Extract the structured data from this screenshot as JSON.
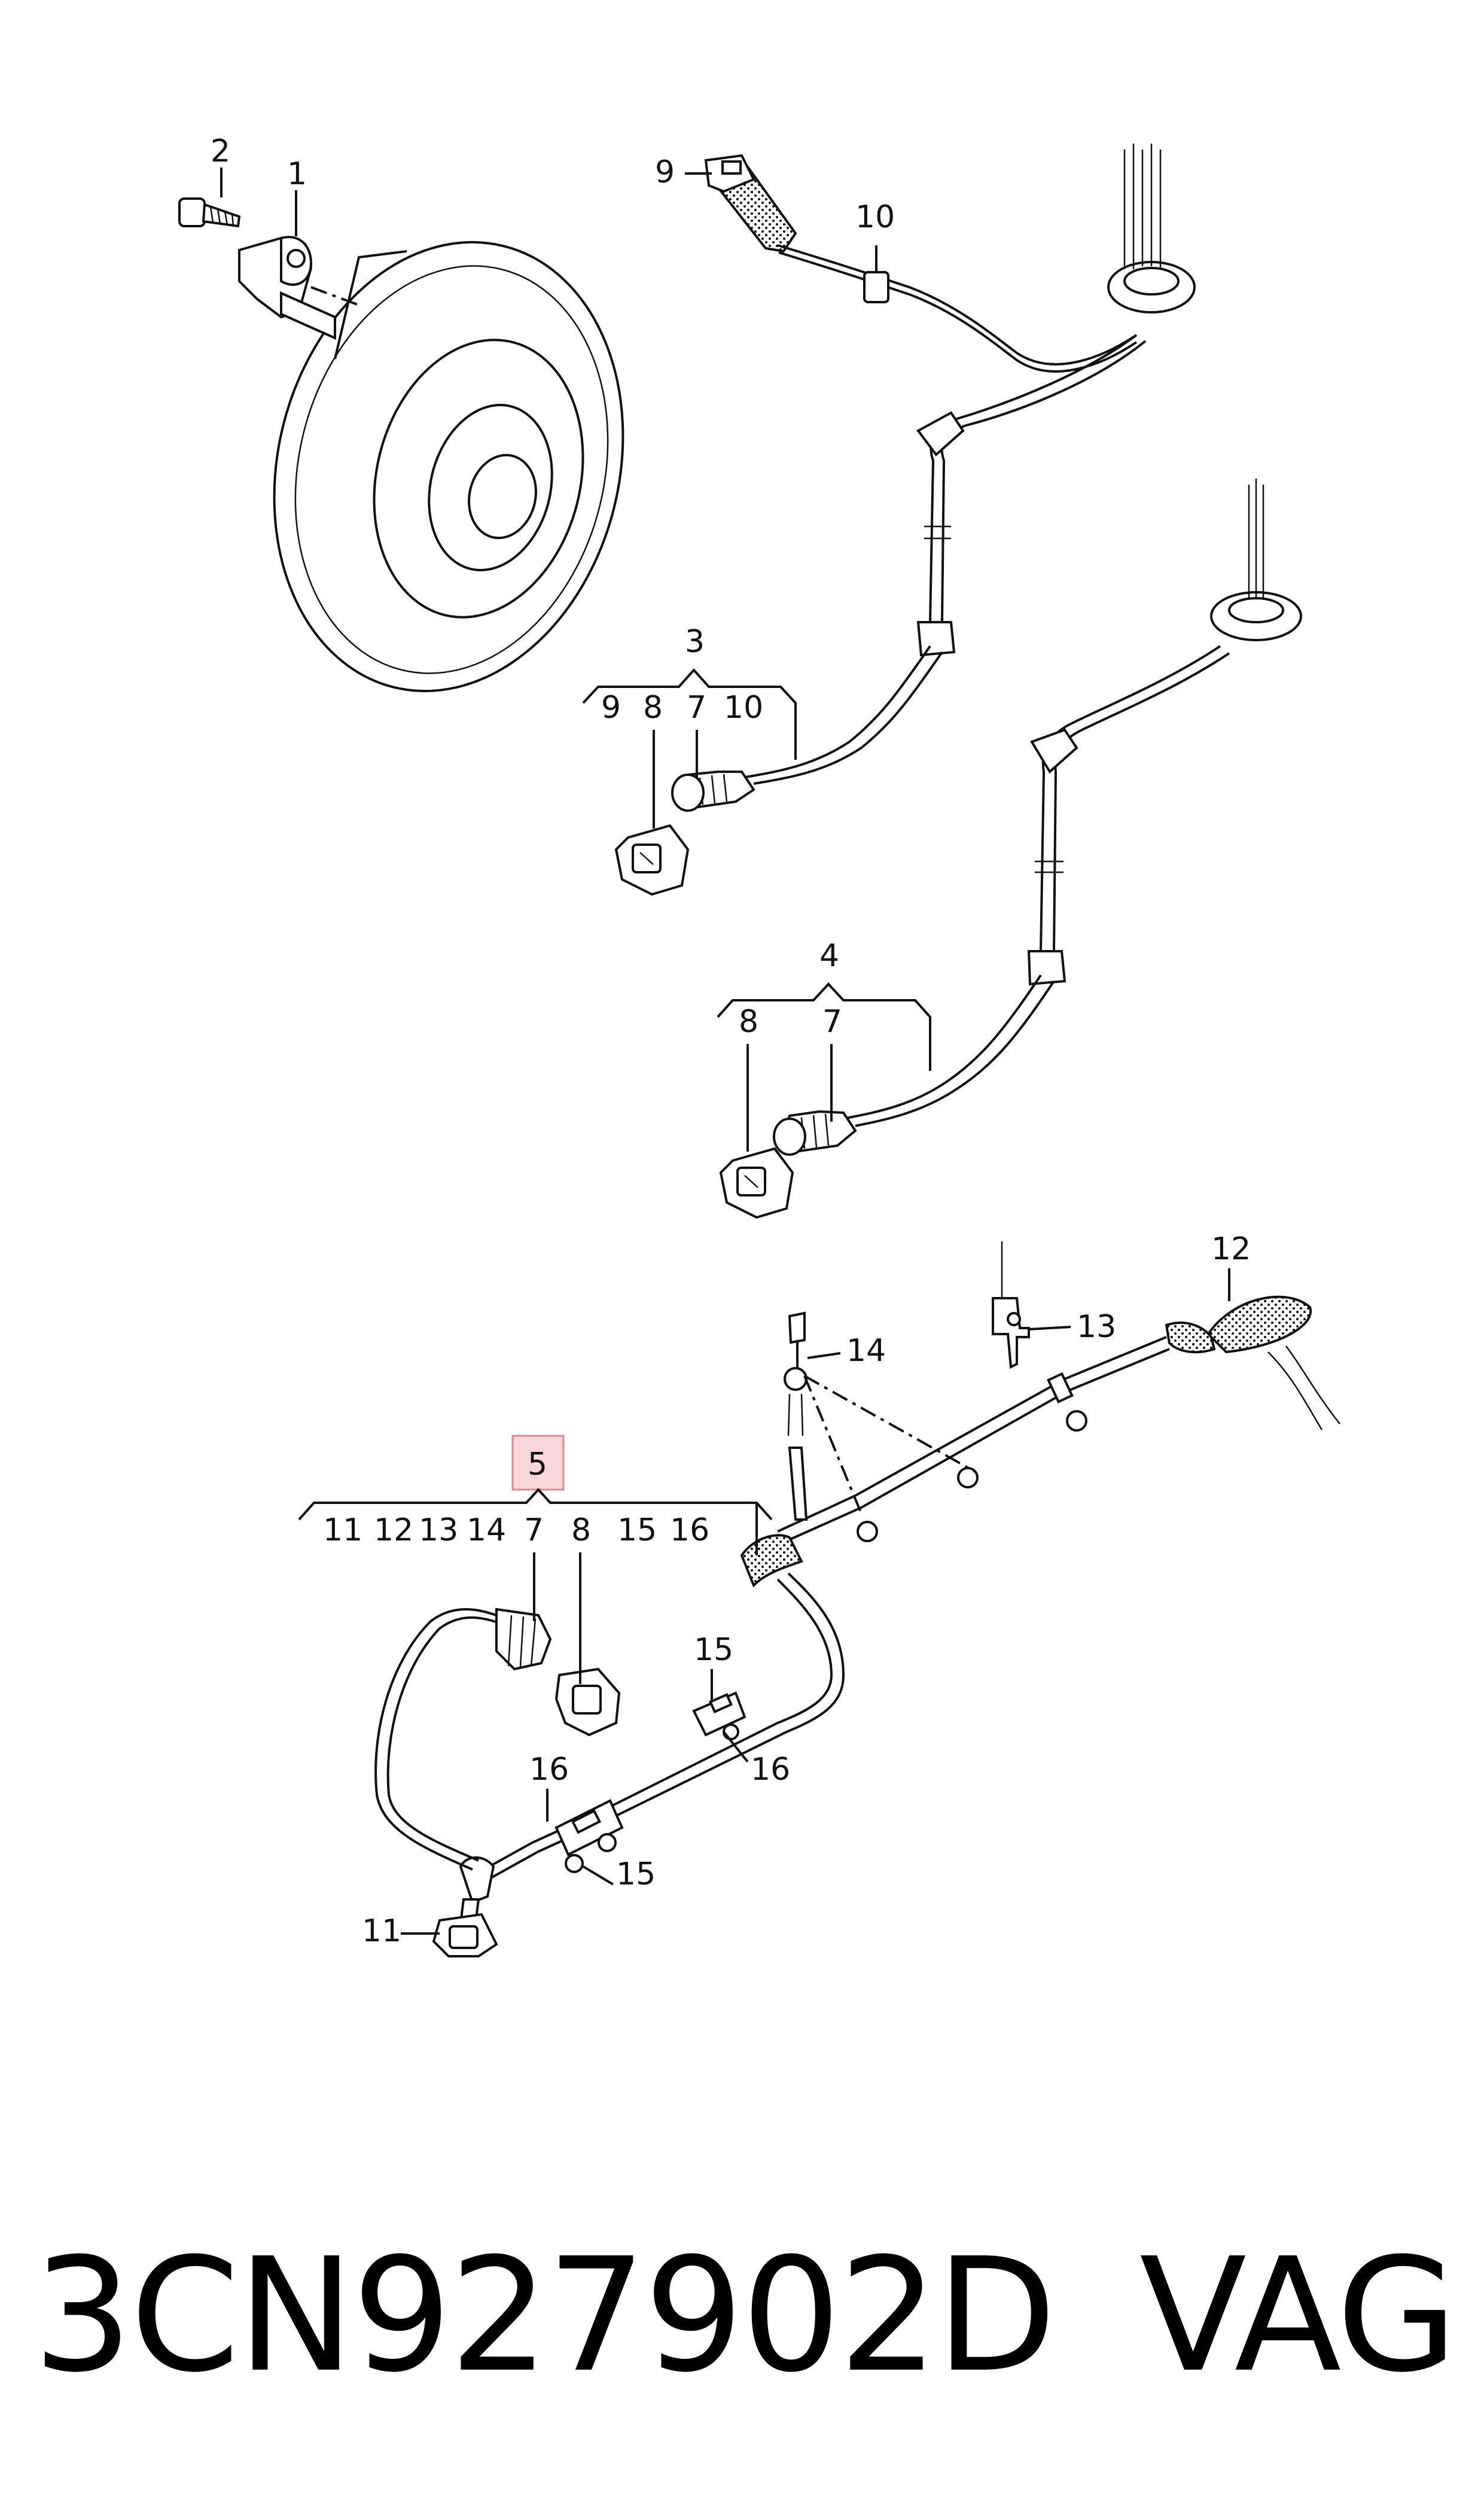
{
  "diagram": {
    "labels": {
      "p1": "1",
      "p2": "2",
      "p9": "9",
      "p10": "10",
      "g3": "3",
      "g3_9": "9",
      "g3_8": "8",
      "g3_7": "7",
      "g3_10": "10",
      "g4": "4",
      "g4_8": "8",
      "g4_7": "7",
      "p12": "12",
      "p13": "13",
      "p14": "14",
      "g5": "5",
      "g5_11": "11",
      "g5_12": "12",
      "g5_13": "13",
      "g5_14": "14",
      "g5_7": "7",
      "g5_8": "8",
      "g5_15": "15",
      "g5_16": "16",
      "c15a": "15",
      "c16a": "16",
      "c16b": "16",
      "c15b": "15",
      "c11": "11"
    },
    "highlight_color": "#f8d7da",
    "highlight_border": "#d98b93"
  },
  "footer": {
    "part_number": "3CN927902D",
    "brand": "VAG"
  }
}
